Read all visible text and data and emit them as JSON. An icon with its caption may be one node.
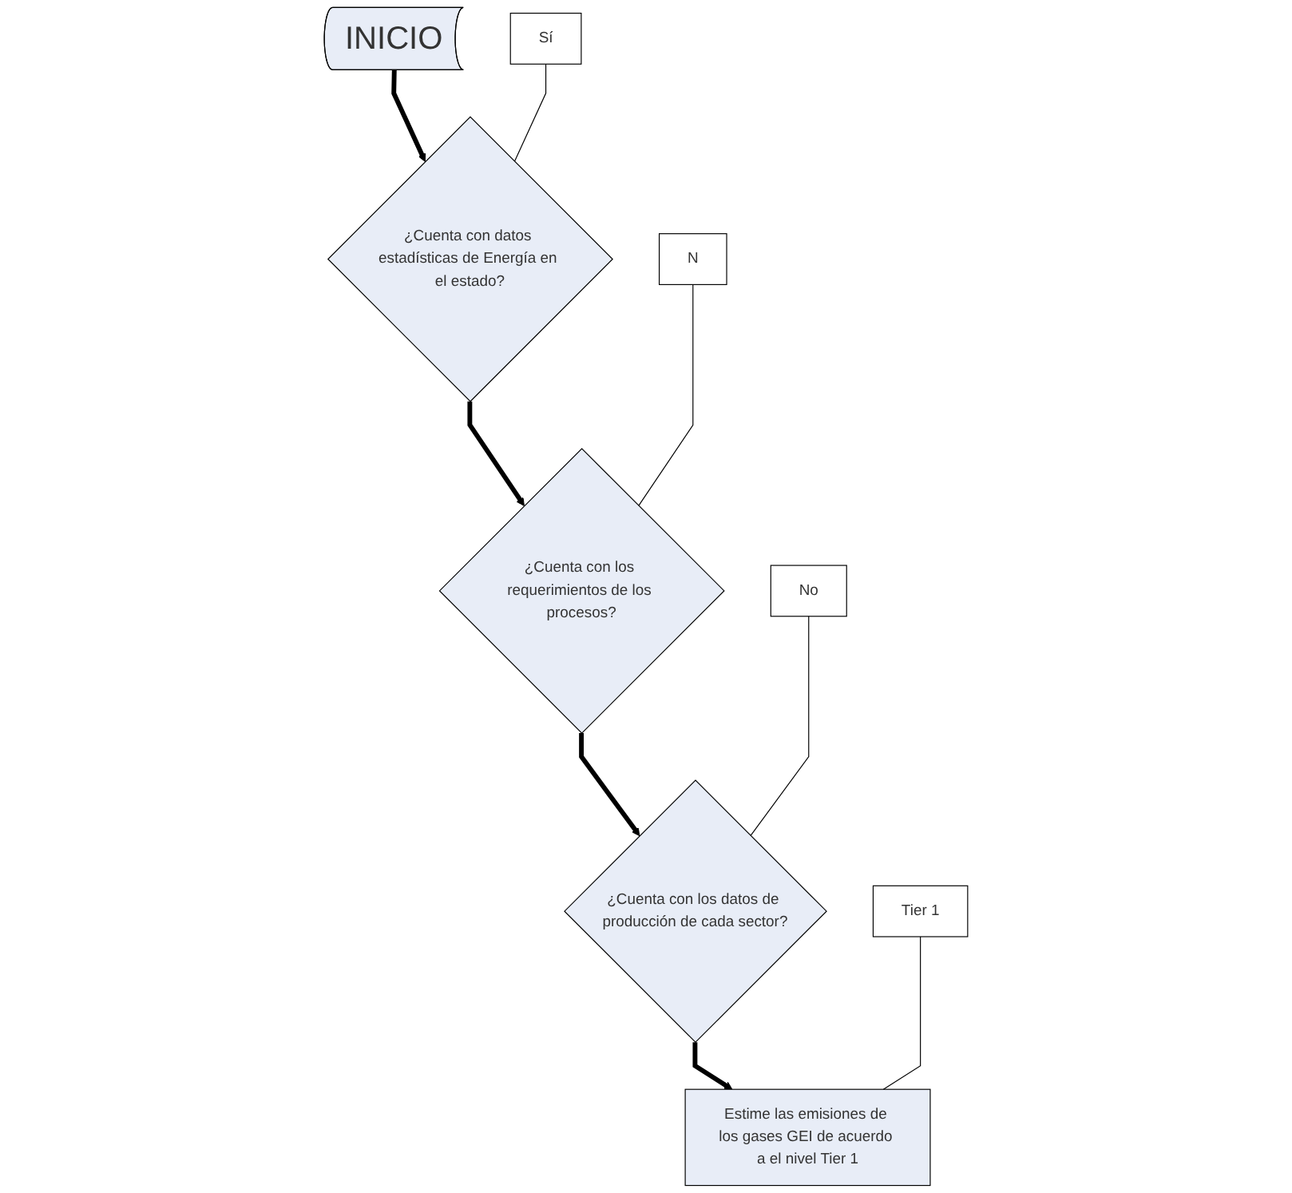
{
  "diagram": {
    "nodes": [
      {
        "text": [
          "INICIO"
        ]
      },
      {
        "text": [
          "¿Cuenta con datos estadísticas de Energía en el estado?"
        ]
      },
      {
        "text": [
          "¿Cuenta con los requerimientos de los procesos?"
        ]
      },
      {
        "text": [
          "¿Cuenta con los datos de producción de cada sector?"
        ]
      },
      {
        "text": [
          "Estime las emisiones de los gases GEI de acuerdo a el nivel Tier 1"
        ]
      },
      {
        "text": [
          "Sí"
        ]
      },
      {
        "text": [
          "N"
        ]
      },
      {
        "text": [
          "No"
        ]
      },
      {
        "text": [
          "Tier 1"
        ]
      }
    ],
    "edges": [
      {
        "from": 0,
        "to": 1,
        "arrow": "to",
        "style": "thick"
      },
      {
        "from": 1,
        "to": 2,
        "arrow": "to",
        "style": "thick"
      },
      {
        "from": 2,
        "to": 3,
        "arrow": "to",
        "style": "thick"
      },
      {
        "from": 3,
        "to": 4,
        "arrow": "to",
        "style": "thick"
      },
      {
        "from": 5,
        "to": 1,
        "arrow": "none"
      },
      {
        "from": 6,
        "to": 2,
        "arrow": "none"
      },
      {
        "from": 7,
        "to": 3,
        "arrow": "none"
      },
      {
        "from": 8,
        "to": 4,
        "arrow": "none"
      }
    ]
  }
}
